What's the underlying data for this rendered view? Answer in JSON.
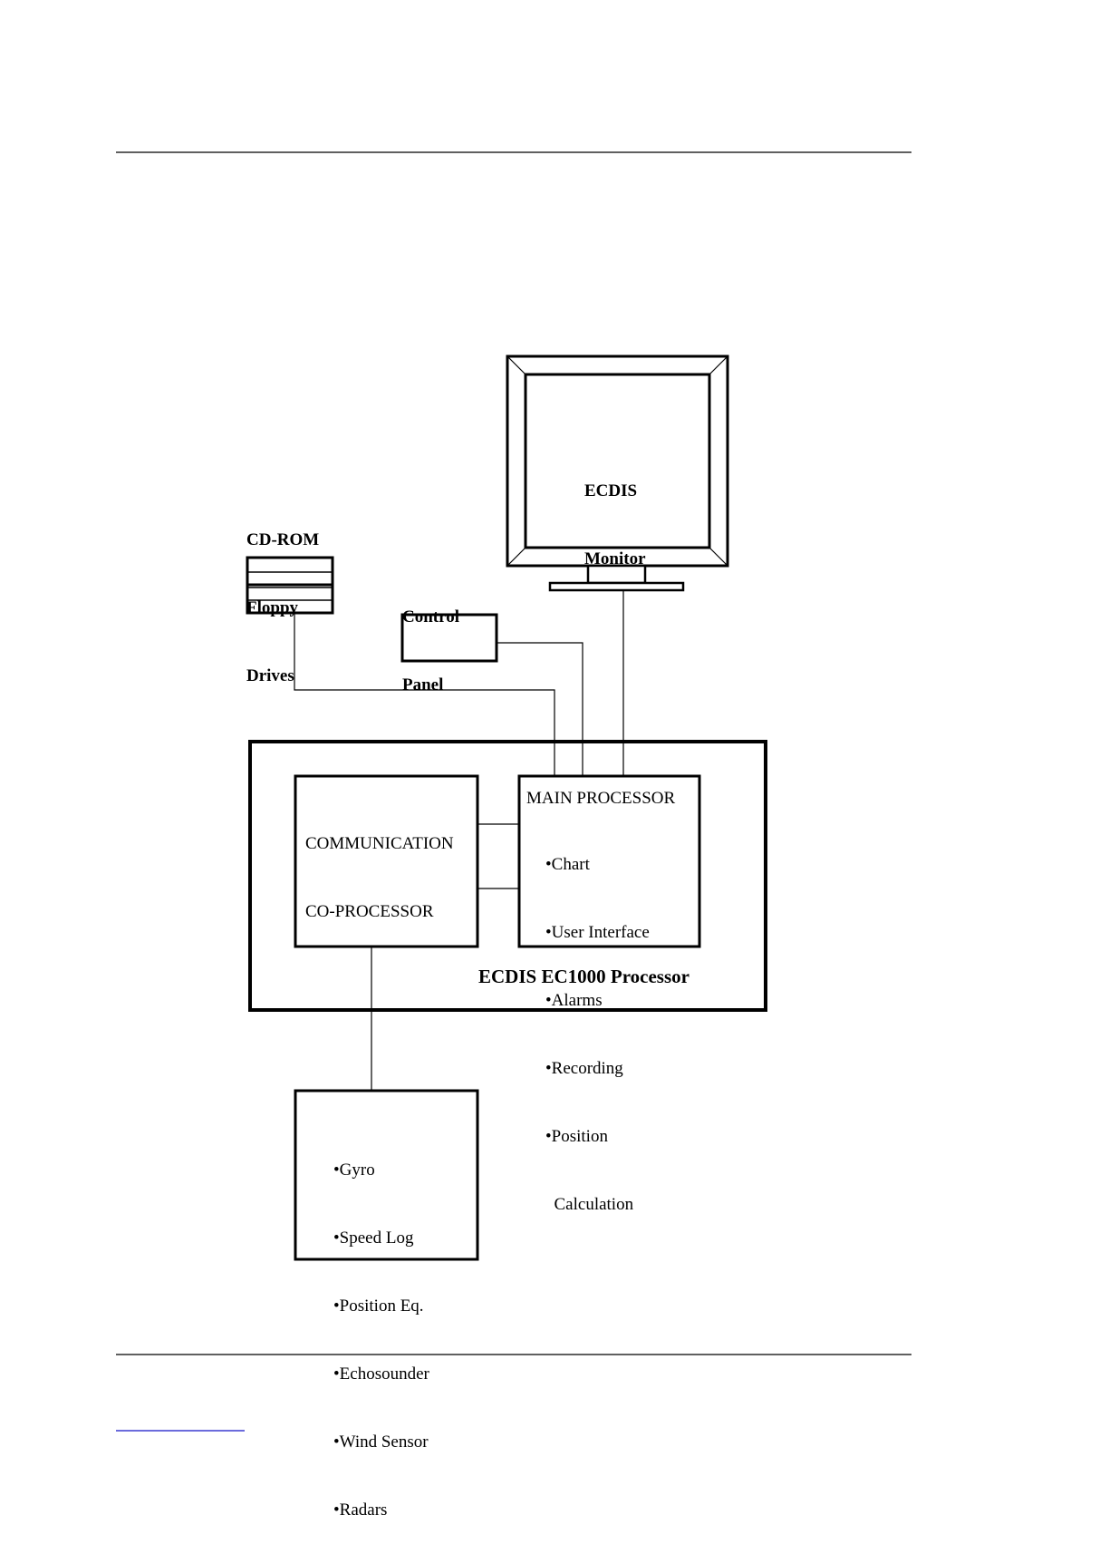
{
  "monitor": {
    "line1": "ECDIS",
    "line2": "Monitor"
  },
  "drives": {
    "line1": "CD-ROM",
    "line2": "Floppy",
    "line3": "Drives"
  },
  "control_panel": {
    "line1": "Control",
    "line2": "Panel"
  },
  "comm_coprocessor": {
    "line1": "COMMUNICATION",
    "line2": "CO-PROCESSOR"
  },
  "main_processor": {
    "title": "MAIN PROCESSOR",
    "items": [
      "•Chart",
      "•User Interface",
      "•Alarms",
      "•Recording",
      "•Position",
      "  Calculation"
    ]
  },
  "processor_unit": {
    "label": "ECDIS EC1000 Processor"
  },
  "sensors": {
    "items": [
      "•Gyro",
      "•Speed Log",
      "•Position Eq.",
      "•Echosounder",
      "•Wind Sensor",
      "•Radars"
    ]
  }
}
